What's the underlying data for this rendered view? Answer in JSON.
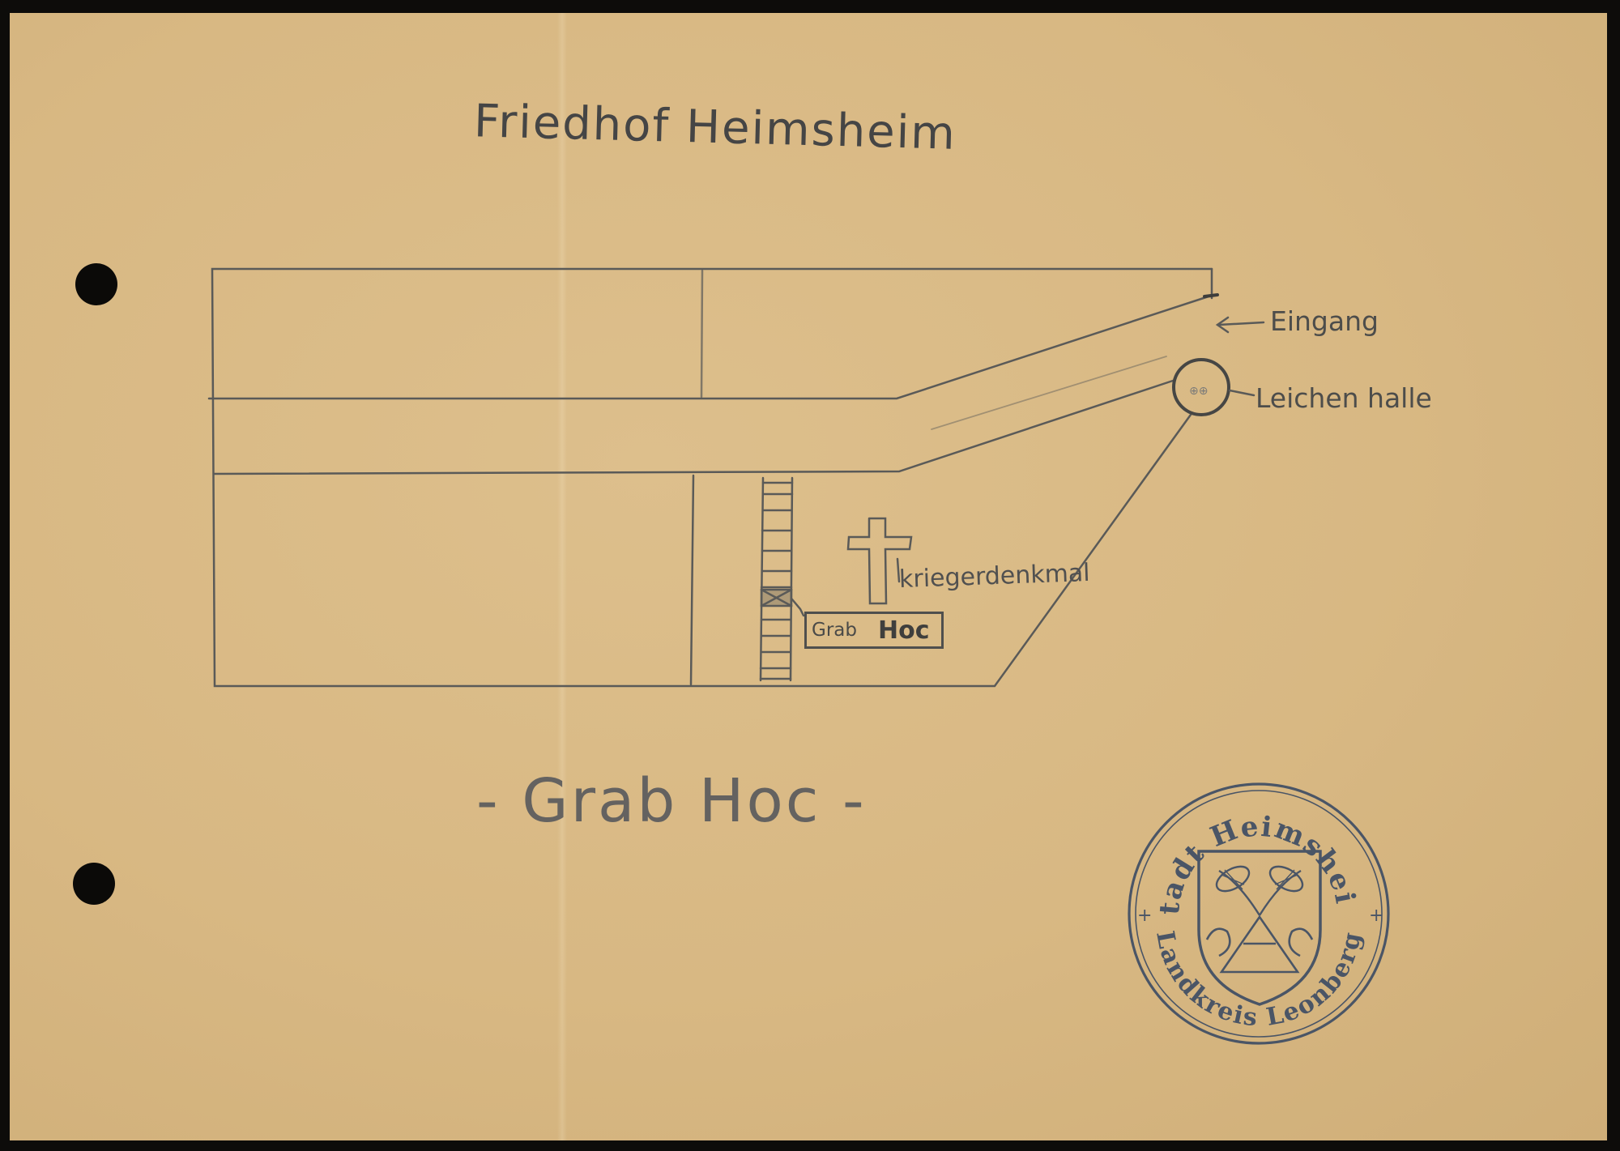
{
  "document": {
    "title": "Friedhof Heimsheim",
    "caption": "- Grab Hoc -"
  },
  "map": {
    "entrance_label": "Eingang",
    "morgue_label": "Leichen halle",
    "memorial_label": "kriegerdenkmal",
    "grave_box": {
      "word": "Grab",
      "name": "Hoc"
    }
  },
  "stamp": {
    "top_text": "Stadt Heimsheim",
    "bottom_text": "Landkreis Leonberg",
    "ink_color": "#4a5566"
  }
}
